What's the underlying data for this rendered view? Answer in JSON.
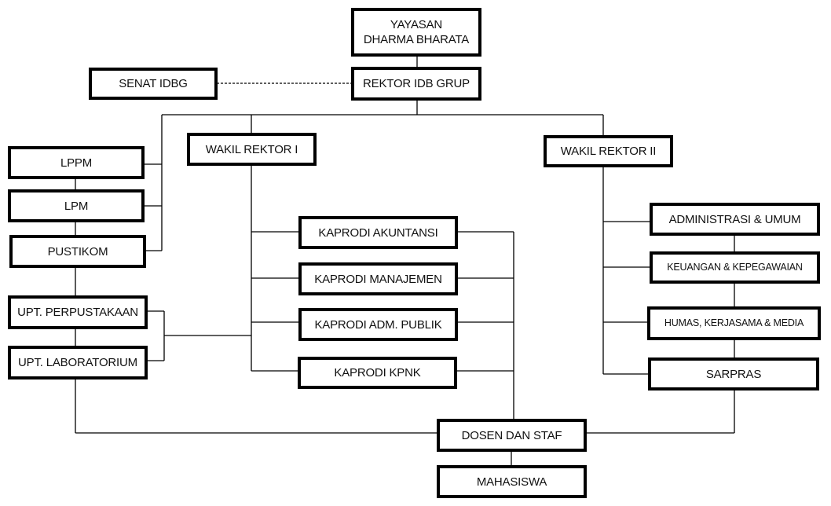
{
  "diagram": {
    "type": "organizational-chart",
    "nodes": {
      "yayasan": "YAYASAN\nDHARMA BHARATA",
      "rektor": "REKTOR IDB GRUP",
      "senat": "SENAT IDBG",
      "wakil_rektor_1": "WAKIL REKTOR I",
      "wakil_rektor_2": "WAKIL REKTOR II",
      "lppm": "LPPM",
      "lpm": "LPM",
      "pustikom": "PUSTIKOM",
      "upt_perpustakaan": "UPT. PERPUSTAKAAN",
      "upt_laboratorium": "UPT. LABORATORIUM",
      "kaprodi_akuntansi": "KAPRODI AKUNTANSI",
      "kaprodi_manajemen": "KAPRODI MANAJEMEN",
      "kaprodi_adm_publik": "KAPRODI ADM. PUBLIK",
      "kaprodi_kpnk": "KAPRODI KPNK",
      "administrasi_umum": "ADMINISTRASI & UMUM",
      "keuangan_kepegawaian": "KEUANGAN & KEPEGAWAIAN",
      "humas_kerjasama_media": "HUMAS, KERJASAMA & MEDIA",
      "sarpras": "SARPRAS",
      "dosen_staf": "DOSEN DAN STAF",
      "mahasiswa": "MAHASISWA"
    },
    "edges": [
      {
        "from": "yayasan",
        "to": "rektor",
        "style": "solid"
      },
      {
        "from": "senat",
        "to": "rektor",
        "style": "dashed"
      },
      {
        "from": "rektor",
        "to": "wakil_rektor_1",
        "style": "solid"
      },
      {
        "from": "rektor",
        "to": "wakil_rektor_2",
        "style": "solid"
      },
      {
        "from": "rektor",
        "to": "lppm",
        "style": "solid"
      },
      {
        "from": "rektor",
        "to": "lpm",
        "style": "solid"
      },
      {
        "from": "rektor",
        "to": "pustikom",
        "style": "solid"
      },
      {
        "from": "wakil_rektor_1",
        "to": "kaprodi_akuntansi",
        "style": "solid"
      },
      {
        "from": "wakil_rektor_1",
        "to": "kaprodi_manajemen",
        "style": "solid"
      },
      {
        "from": "wakil_rektor_1",
        "to": "kaprodi_adm_publik",
        "style": "solid"
      },
      {
        "from": "wakil_rektor_1",
        "to": "kaprodi_kpnk",
        "style": "solid"
      },
      {
        "from": "wakil_rektor_1",
        "to": "upt_perpustakaan",
        "style": "solid"
      },
      {
        "from": "wakil_rektor_1",
        "to": "upt_laboratorium",
        "style": "solid"
      },
      {
        "from": "wakil_rektor_2",
        "to": "administrasi_umum",
        "style": "solid"
      },
      {
        "from": "wakil_rektor_2",
        "to": "keuangan_kepegawaian",
        "style": "solid"
      },
      {
        "from": "wakil_rektor_2",
        "to": "humas_kerjasama_media",
        "style": "solid"
      },
      {
        "from": "wakil_rektor_2",
        "to": "sarpras",
        "style": "solid"
      },
      {
        "from": "kaprodi_akuntansi",
        "to": "dosen_staf",
        "style": "solid"
      },
      {
        "from": "kaprodi_manajemen",
        "to": "dosen_staf",
        "style": "solid"
      },
      {
        "from": "kaprodi_adm_publik",
        "to": "dosen_staf",
        "style": "solid"
      },
      {
        "from": "kaprodi_kpnk",
        "to": "dosen_staf",
        "style": "solid"
      },
      {
        "from": "upt_laboratorium",
        "to": "dosen_staf",
        "style": "solid"
      },
      {
        "from": "sarpras",
        "to": "dosen_staf",
        "style": "solid"
      },
      {
        "from": "dosen_staf",
        "to": "mahasiswa",
        "style": "solid"
      }
    ]
  }
}
